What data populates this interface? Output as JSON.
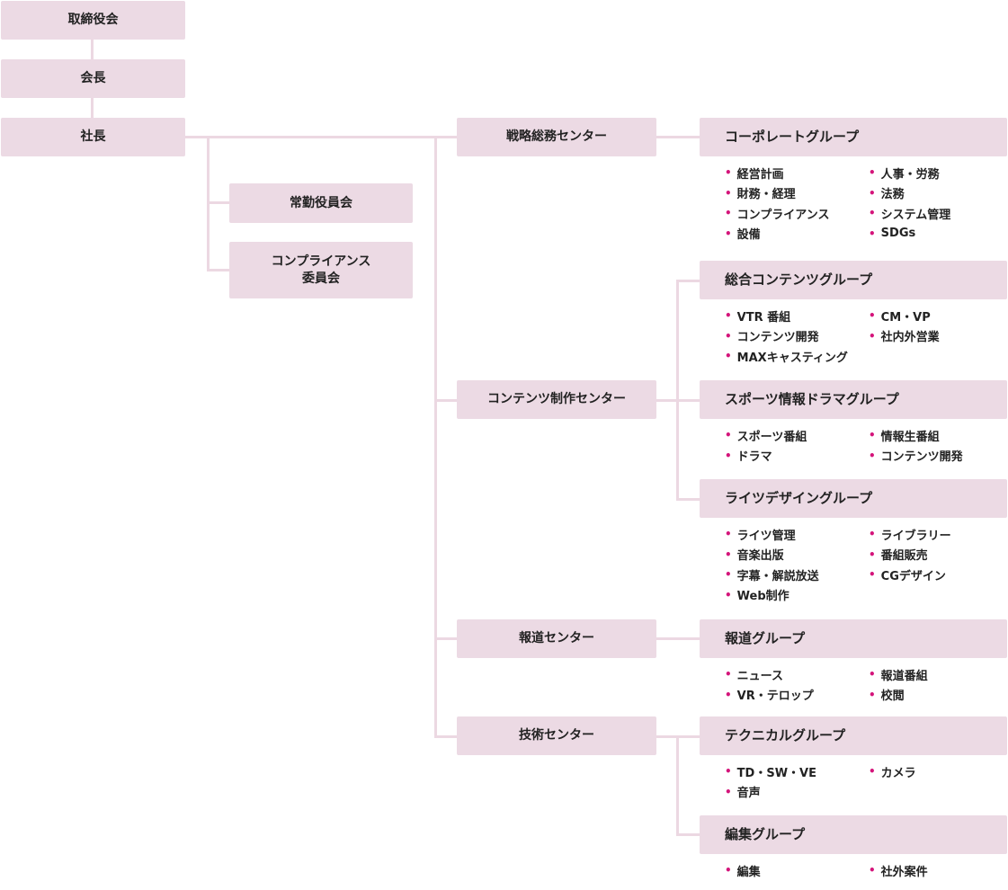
{
  "colors": {
    "box": "#ecdae4",
    "line": "#ecd8e2",
    "bullet": "#d4147a"
  },
  "board": "取締役会",
  "chairman": "会長",
  "president": "社長",
  "committees": [
    "常勤役員会",
    "コンプライアンス",
    "委員会"
  ],
  "centers": {
    "strategy": "戦略総務センター",
    "content": "コンテンツ制作センター",
    "news": "報道センター",
    "tech": "技術センター"
  },
  "groups": {
    "corporate": {
      "name": "コーポレートグループ",
      "items": [
        "経営計画",
        "人事・労務",
        "財務・経理",
        "法務",
        "コンプライアンス",
        "システム管理",
        "設備",
        "SDGs"
      ]
    },
    "sogo": {
      "name": "総合コンテンツグループ",
      "items": [
        "VTR 番組",
        "CM・VP",
        "コンテンツ開発",
        "社内外営業",
        "MAXキャスティング"
      ]
    },
    "sports": {
      "name": "スポーツ情報ドラマグループ",
      "items": [
        "スポーツ番組",
        "情報生番組",
        "ドラマ",
        "コンテンツ開発"
      ]
    },
    "rights": {
      "name": "ライツデザイングループ",
      "items": [
        "ライツ管理",
        "ライブラリー",
        "音楽出版",
        "番組販売",
        "字幕・解説放送",
        "CGデザイン",
        "Web制作"
      ]
    },
    "news": {
      "name": "報道グループ",
      "items": [
        "ニュース",
        "報道番組",
        "VR・テロップ",
        "校閲"
      ]
    },
    "technical": {
      "name": "テクニカルグループ",
      "items": [
        "TD・SW・VE",
        "カメラ",
        "音声"
      ]
    },
    "editing": {
      "name": "編集グループ",
      "items": [
        "編集",
        "社外案件"
      ]
    }
  }
}
